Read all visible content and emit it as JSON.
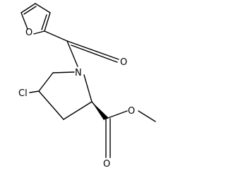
{
  "molecule": {
    "atoms": {
      "O_furan": "O",
      "N_ring": "N",
      "O_carbonyl": "O",
      "Cl": "Cl",
      "O_ester_carbonyl": "O",
      "O_ester": "O"
    }
  },
  "colors": {
    "bond": "#000000",
    "label": "#000000",
    "background": "#ffffff"
  }
}
